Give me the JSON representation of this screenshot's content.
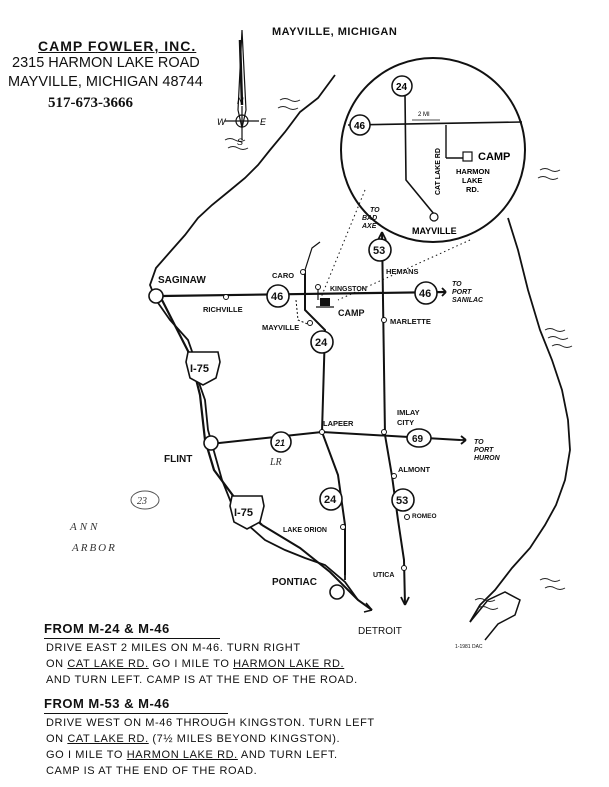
{
  "header": {
    "camp_name": "CAMP FOWLER, INC.",
    "address": "2315 HARMON LAKE ROAD",
    "city_state": "MAYVILLE, MICHIGAN 48744",
    "phone": "517-673-3666"
  },
  "top_label": "MAYVILLE, MICHIGAN",
  "compass": {
    "n": "N",
    "s": "S",
    "e": "E",
    "w": "W"
  },
  "inset": {
    "route_24": "24",
    "route_46": "46",
    "distance": "2 MI",
    "road_cat_lake": "CAT LAKE RD",
    "camp": "CAMP",
    "harmon_lake": [
      "HARMON",
      "LAKE",
      "RD."
    ],
    "mayville": "MAYVILLE"
  },
  "map": {
    "to_bad_axe": [
      "TO",
      "BAD",
      "AXE"
    ],
    "to_port_sanilac": [
      "TO",
      "PORT",
      "SANILAC"
    ],
    "to_port_huron": [
      "TO",
      "PORT",
      "HURON"
    ],
    "towns": {
      "saginaw": "SAGINAW",
      "caro": "CARO",
      "kingston": "KINGSTON",
      "hemans": "HEMANS",
      "richville": "RICHVILLE",
      "camp": "CAMP",
      "mayville": "MAYVILLE",
      "marlette": "MARLETTE",
      "lapeer": "LAPEER",
      "imlay_city": [
        "IMLAY",
        "CITY"
      ],
      "flint": "FLINT",
      "almont": "ALMONT",
      "romeo": "ROMEO",
      "lake_orion": "LAKE ORION",
      "utica": "UTICA",
      "pontiac": "PONTIAC",
      "detroit": "DETROIT"
    },
    "shields": {
      "m46_west": "46",
      "m46_east": "46",
      "m24_north": "24",
      "m24_south": "24",
      "m53_north": "53",
      "m53_south": "53",
      "i75_north": "I-75",
      "i75_south": "I-75",
      "m69": "69",
      "m21": "21"
    },
    "handwritten": {
      "number": "23",
      "ann": "ANN",
      "arbor": "ARBOR",
      "mark": "LR"
    },
    "credit": "1-1981 DAC"
  },
  "directions": [
    {
      "title": "FROM M-24 & M-46",
      "lines": [
        [
          {
            "t": "DRIVE EAST 2 MILES ON M-46. TURN RIGHT"
          }
        ],
        [
          {
            "t": "ON "
          },
          {
            "t": "CAT LAKE RD.",
            "u": true
          },
          {
            "t": "  GO I MILE TO "
          },
          {
            "t": "HARMON LAKE RD.",
            "u": true
          }
        ],
        [
          {
            "t": "AND TURN LEFT.  CAMP IS AT THE END OF THE ROAD."
          }
        ]
      ]
    },
    {
      "title": "FROM M-53 & M-46",
      "lines": [
        [
          {
            "t": "DRIVE WEST ON M-46 THROUGH KINGSTON.  TURN LEFT"
          }
        ],
        [
          {
            "t": "ON "
          },
          {
            "t": "CAT LAKE RD.",
            "u": true
          },
          {
            "t": " (7½ MILES BEYOND KINGSTON)."
          }
        ],
        [
          {
            "t": "GO I MILE TO "
          },
          {
            "t": "HARMON LAKE RD.",
            "u": true
          },
          {
            "t": " AND TURN LEFT."
          }
        ],
        [
          {
            "t": "CAMP IS AT THE END OF THE ROAD."
          }
        ]
      ]
    }
  ]
}
